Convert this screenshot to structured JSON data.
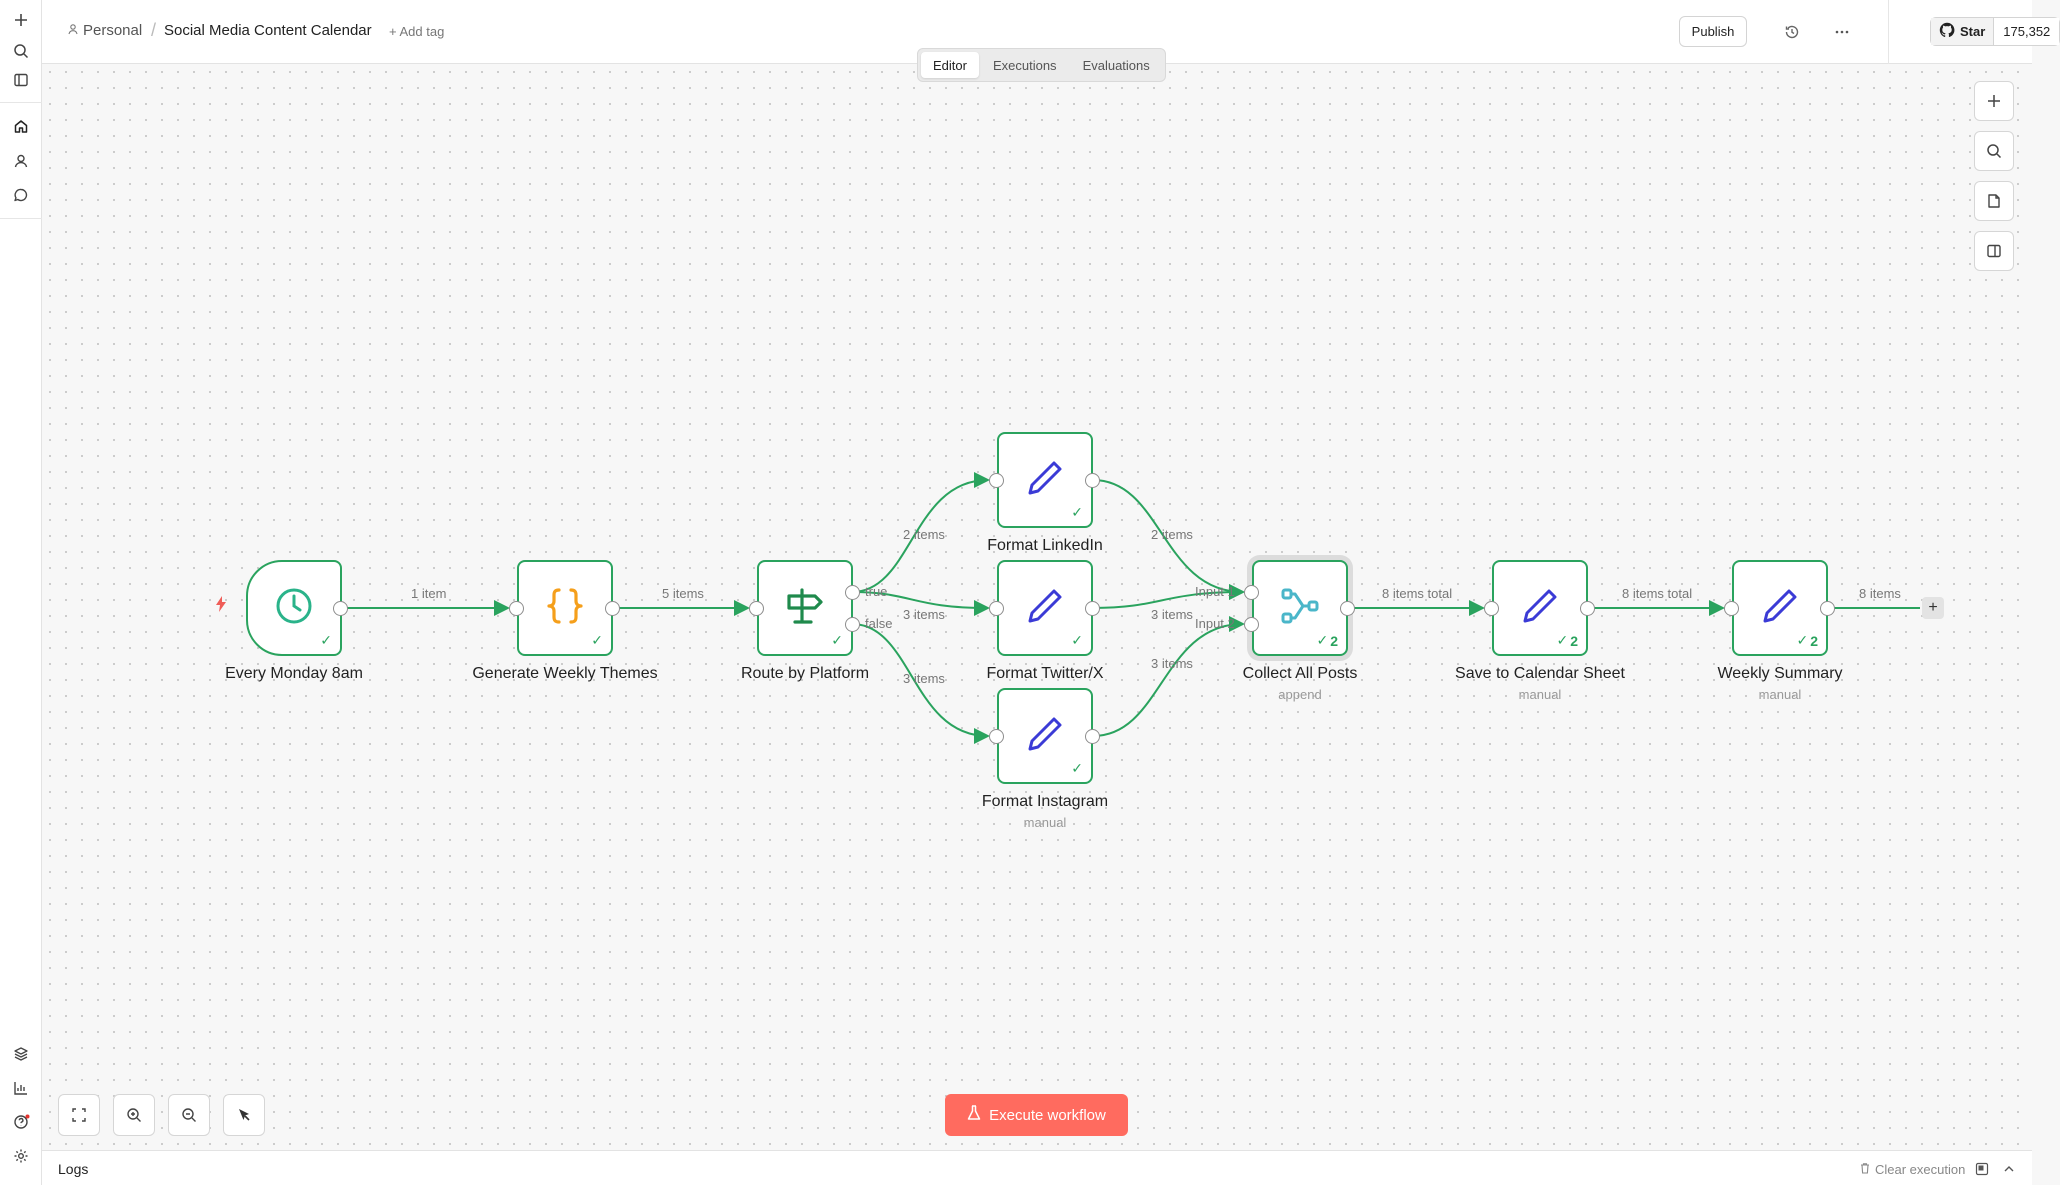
{
  "breadcrumb": {
    "owner": "Personal",
    "workflow_name": "Social Media Content Calendar",
    "add_tag": "+ Add tag"
  },
  "header": {
    "publish_label": "Publish",
    "github_star_label": "Star",
    "github_star_count": "175,352"
  },
  "tabs": [
    {
      "label": "Editor",
      "active": true
    },
    {
      "label": "Executions",
      "active": false
    },
    {
      "label": "Evaluations",
      "active": false
    }
  ],
  "nodes": [
    {
      "id": "every-monday",
      "name": "Every Monday 8am",
      "icon": "clock-icon",
      "subtitle": "",
      "run_count": ""
    },
    {
      "id": "generate-themes",
      "name": "Generate Weekly Themes",
      "icon": "code-braces-icon",
      "subtitle": "",
      "run_count": ""
    },
    {
      "id": "route-platform",
      "name": "Route by Platform",
      "icon": "signpost-icon",
      "subtitle": "",
      "run_count": ""
    },
    {
      "id": "format-linkedin",
      "name": "Format LinkedIn",
      "icon": "pen-icon",
      "subtitle": "",
      "run_count": ""
    },
    {
      "id": "format-twitter",
      "name": "Format Twitter/X",
      "icon": "pen-icon",
      "subtitle": "",
      "run_count": ""
    },
    {
      "id": "format-instagram",
      "name": "Format Instagram",
      "icon": "pen-icon",
      "subtitle": "manual",
      "run_count": ""
    },
    {
      "id": "collect-posts",
      "name": "Collect All Posts",
      "icon": "merge-icon",
      "subtitle": "append",
      "run_count": "2"
    },
    {
      "id": "save-calendar",
      "name": "Save to Calendar Sheet",
      "icon": "pen-icon",
      "subtitle": "manual",
      "run_count": "2"
    },
    {
      "id": "weekly-summary",
      "name": "Weekly Summary",
      "icon": "pen-icon",
      "subtitle": "manual",
      "run_count": "2"
    }
  ],
  "edges": {
    "trigger_to_themes": "1 item",
    "themes_to_route": "5 items",
    "route_true": "true",
    "route_false": "false",
    "to_linkedin": "2 items",
    "to_twitter": "3 items",
    "to_instagram": "3 items",
    "from_linkedin": "2 items",
    "from_twitter": "3 items",
    "from_instagram": "3 items",
    "input_1": "Input 1",
    "input_2": "Input 2",
    "collect_to_save": "8 items total",
    "save_to_summary": "8 items total",
    "summary_out": "8 items"
  },
  "actions": {
    "execute_workflow": "Execute workflow"
  },
  "logs": {
    "title": "Logs",
    "clear_execution": "Clear execution"
  },
  "colors": {
    "node_border": "#2aa35e",
    "wire": "#2aa35e",
    "execute_button": "#ff6b5f",
    "pen_icon": "#3b3bd6",
    "code_icon": "#f59f1b",
    "clock_icon": "#2ab38a",
    "merge_icon": "#4ab6c9"
  }
}
